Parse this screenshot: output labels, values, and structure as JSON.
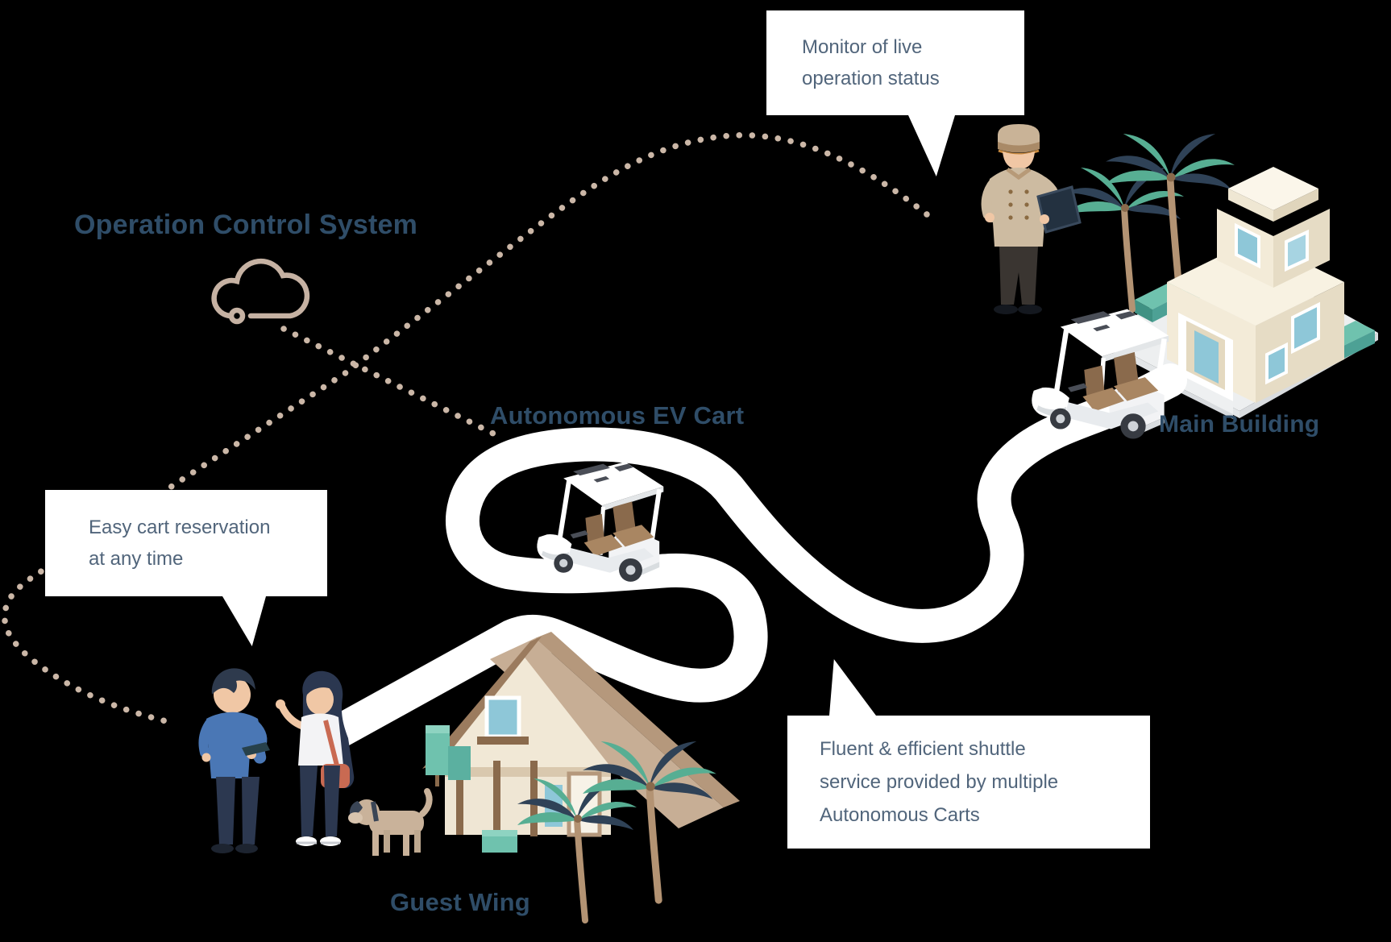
{
  "title": "Operation Control System",
  "labels": {
    "ev_cart": "Autonomous EV Cart",
    "main_building": "Main Building",
    "guest_wing": "Guest Wing"
  },
  "bubbles": {
    "monitor": {
      "lines": [
        "Monitor of live",
        "operation status"
      ]
    },
    "reservation": {
      "lines": [
        "Easy cart reservation",
        "at any time"
      ]
    },
    "shuttle": {
      "lines": [
        "Fluent & efficient shuttle",
        "service provided by multiple",
        "Autonomous Carts"
      ]
    }
  },
  "icons": {
    "cloud": "cloud-icon",
    "palm": "palm-tree-icon",
    "speech_tail": "speech-bubble-tail"
  },
  "colors": {
    "background": "#000000",
    "heading_text": "#2f4d68",
    "bubble_text": "#51657b",
    "bubble_bg": "#ffffff",
    "dotted_line": "#cbb7a7",
    "cloud_outline": "#c6b2a3",
    "road": "#ffffff",
    "teal_accent": "#6fc2ae",
    "building_cream": "#f3ebd8",
    "window_blue": "#8ec7d8",
    "roof_tan": "#c7ae95",
    "seat_brown": "#a98662",
    "uniform_tan": "#cdbba1",
    "shirt_blue": "#4a77b5",
    "bag_red": "#c96a52",
    "palm_green": "#57ae93",
    "palm_dark": "#2f4257"
  }
}
